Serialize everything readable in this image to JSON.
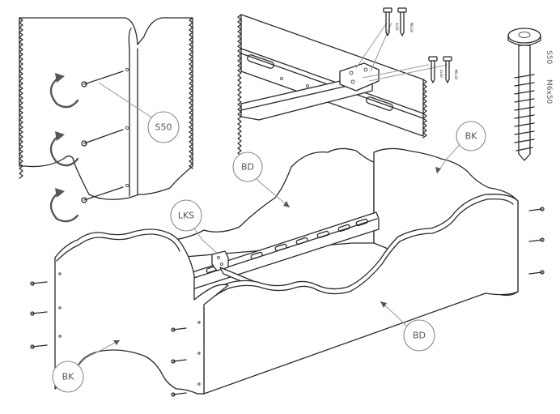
{
  "labels": {
    "s50": "S50",
    "bd_top": "BD",
    "bk_top": "BK",
    "lks": "LKS",
    "bd_bottom": "BD",
    "bk_bottom": "BK"
  },
  "screw_spec": {
    "code": "S50",
    "size": "M6x50"
  },
  "small_screw_marks": {
    "a": "4x30",
    "b": "M6x30"
  },
  "colors": {
    "line": "#2a2a2a",
    "callout_stroke": "#8a8a8a",
    "label_text": "#555555"
  }
}
